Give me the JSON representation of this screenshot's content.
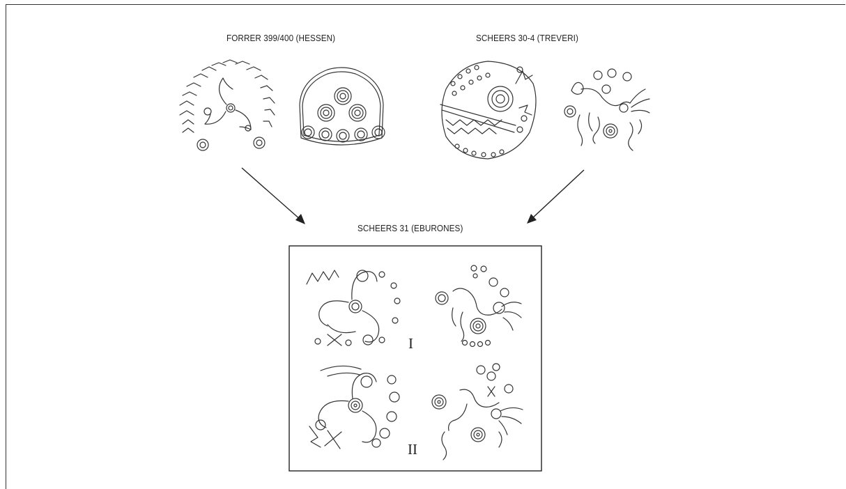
{
  "labels": {
    "top_left": "FORRER 399/400 (HESSEN)",
    "top_right": "SCHEERS 30-4 (TREVERI)",
    "bottom": "SCHEERS 31 (EBURONES)"
  },
  "variants": {
    "first": "I",
    "second": "II"
  },
  "colors": {
    "ink": "#333333",
    "background": "#ffffff"
  }
}
